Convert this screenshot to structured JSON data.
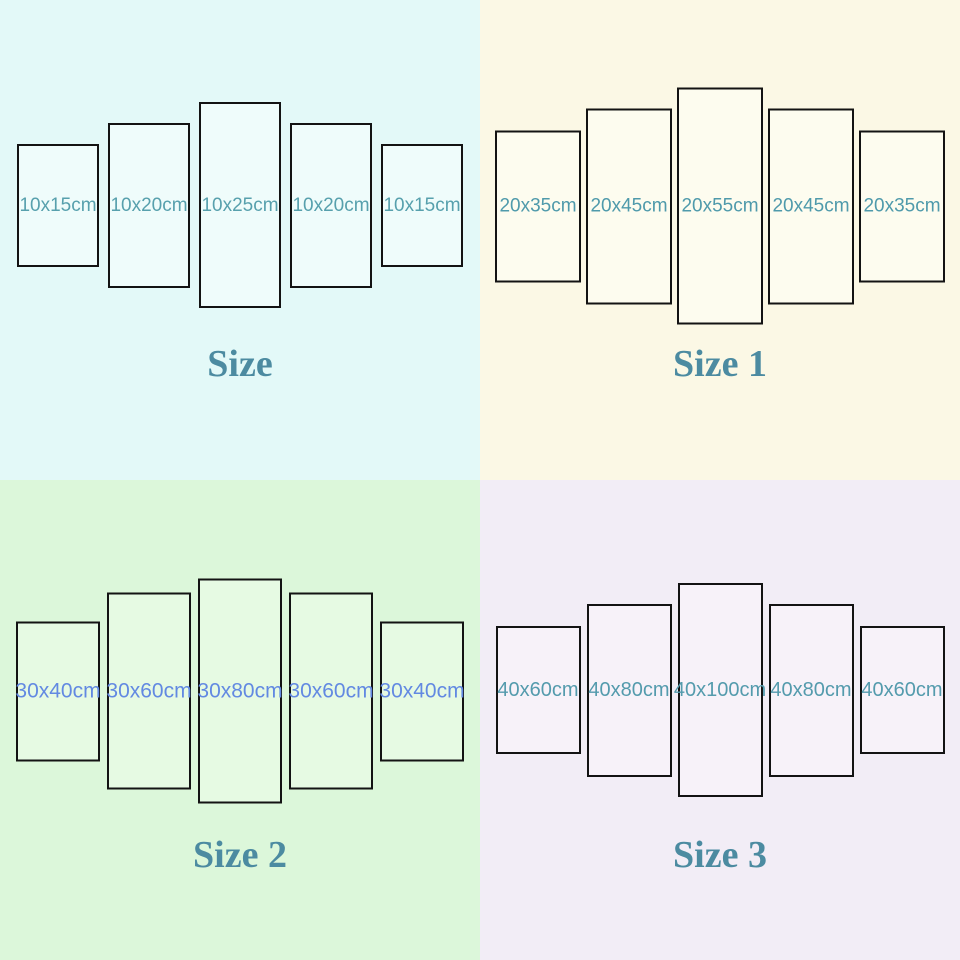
{
  "image": {
    "description": "5-panel split canvas wall-art size chart, four size groups",
    "border_color": "#131313",
    "title_color": "#4c8ba1"
  },
  "quadrants": [
    {
      "title": "Size",
      "background": "#e3f9f8",
      "panel_fill": "#effcfb",
      "label_color": "#57a0ad",
      "panels": [
        {
          "label": "10x15cm"
        },
        {
          "label": "10x20cm"
        },
        {
          "label": "10x25cm"
        },
        {
          "label": "10x20cm"
        },
        {
          "label": "10x15cm"
        }
      ]
    },
    {
      "title": "Size 1",
      "background": "#fbf8e5",
      "panel_fill": "#fdfcef",
      "label_color": "#4f9aab",
      "panels": [
        {
          "label": "20x35cm"
        },
        {
          "label": "20x45cm"
        },
        {
          "label": "20x55cm"
        },
        {
          "label": "20x45cm"
        },
        {
          "label": "20x35cm"
        }
      ]
    },
    {
      "title": "Size 2",
      "background": "#dcf7da",
      "panel_fill": "#e6fae3",
      "label_color": "#6289e2",
      "panels": [
        {
          "label": "30x40cm"
        },
        {
          "label": "30x60cm"
        },
        {
          "label": "30x80cm"
        },
        {
          "label": "30x60cm"
        },
        {
          "label": "30x40cm"
        }
      ]
    },
    {
      "title": "Size 3",
      "background": "#f2edf6",
      "panel_fill": "#f7f2f9",
      "label_color": "#549bad",
      "panels": [
        {
          "label": "40x60cm"
        },
        {
          "label": "40x80cm"
        },
        {
          "label": "40x100cm"
        },
        {
          "label": "40x80cm"
        },
        {
          "label": "40x60cm"
        }
      ]
    }
  ]
}
